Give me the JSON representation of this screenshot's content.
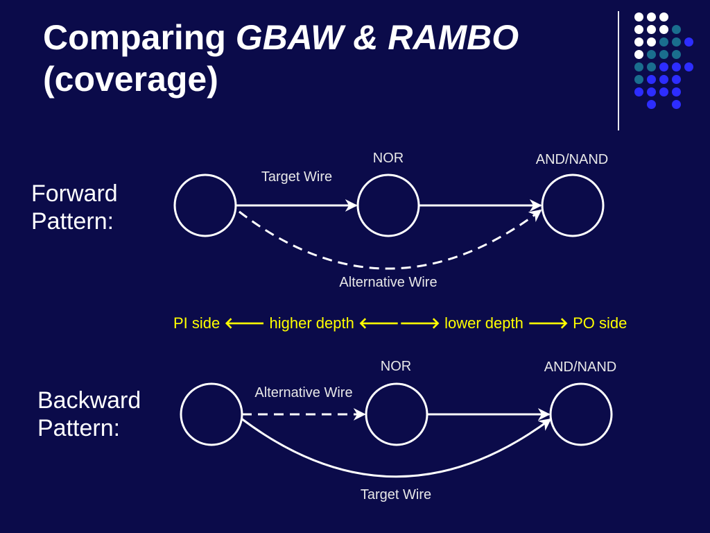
{
  "slide": {
    "title_prefix": "Comparing ",
    "title_italic": "GBAW & RAMBO",
    "title_line2": "(coverage)"
  },
  "forward": {
    "label_line1": "Forward",
    "label_line2": "Pattern:",
    "nor_label": "NOR",
    "and_label": "AND/NAND",
    "target_wire_label": "Target Wire",
    "alternative_wire_label": "Alternative Wire"
  },
  "depth_legend": {
    "pi_side": "PI side",
    "arrow_left": "🡐",
    "higher_depth": "higher depth",
    "arrow_both": "🡐🡒",
    "lower_depth": "lower depth",
    "arrow_right": "🡒",
    "po_side": "PO side"
  },
  "backward": {
    "label_line1": "Backward",
    "label_line2": "Pattern:",
    "nor_label": "NOR",
    "and_label": "AND/NAND",
    "alternative_wire_label": "Alternative Wire",
    "target_wire_label": "Target Wire"
  },
  "colors": {
    "background": "#0b0b4a",
    "accent_yellow": "#ffff00",
    "dot_white": "#ffffff",
    "dot_teal": "#1a6e8e",
    "dot_blue": "#2d2dff"
  }
}
